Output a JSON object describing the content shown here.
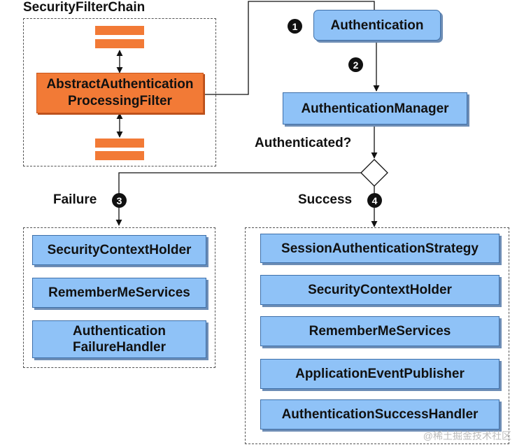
{
  "filter_chain": {
    "title": "SecurityFilterChain",
    "filter_label": "AbstractAuthentication ProcessingFilter"
  },
  "authentication": {
    "label": "Authentication",
    "step": "1"
  },
  "manager": {
    "label": "AuthenticationManager",
    "step": "2"
  },
  "decision": {
    "label": "Authenticated?"
  },
  "failure": {
    "label": "Failure",
    "step": "3",
    "items": [
      "SecurityContextHolder",
      "RememberMeServices",
      "Authentication FailureHandler"
    ]
  },
  "success": {
    "label": "Success",
    "step": "4",
    "items": [
      "SessionAuthenticationStrategy",
      "SecurityContextHolder",
      "RememberMeServices",
      "ApplicationEventPublisher",
      "AuthenticationSuccessHandler"
    ]
  },
  "watermark": "@稀土掘金技术社区",
  "colors": {
    "blue": "#8fc2f7",
    "orange": "#f27a36"
  }
}
